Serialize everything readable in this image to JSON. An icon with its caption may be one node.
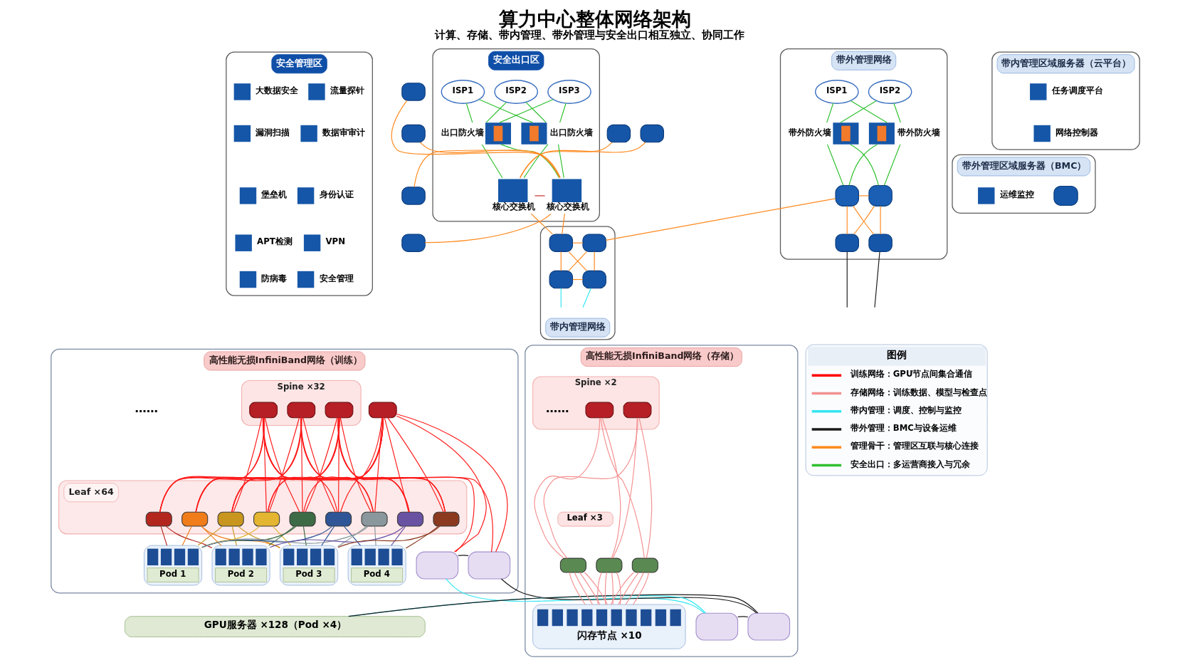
{
  "diagram": {
    "title": "算力中心整体网络架构",
    "caption": "计算、存储、带内管理、带外管理与安全出口相互独立、协同工作",
    "nodes": [
      {
        "text": [
          "安全管理区"
        ]
      },
      {
        "text": [
          "大数据安全"
        ],
        "in": 0
      },
      {
        "text": [
          "流量探针"
        ],
        "in": 0
      },
      {
        "text": [
          "漏洞扫描"
        ],
        "in": 0
      },
      {
        "text": [
          "数据审审计"
        ],
        "in": 0
      },
      {
        "text": [
          "堡垒机"
        ],
        "in": 0
      },
      {
        "text": [
          "身份认证"
        ],
        "in": 0
      },
      {
        "text": [
          "APT检测"
        ],
        "in": 0
      },
      {
        "text": [
          "VPN"
        ],
        "in": 0
      },
      {
        "text": [
          "防病毒"
        ],
        "in": 0
      },
      {
        "text": [
          "安全管理"
        ],
        "in": 0
      },
      {
        "text": [],
        "shape": "box"
      },
      {
        "text": [],
        "shape": "box"
      },
      {
        "text": [
          "安全出口区"
        ]
      },
      {
        "text": [
          "ISP1"
        ],
        "in": 13
      },
      {
        "text": [
          "ISP2"
        ],
        "in": 13
      },
      {
        "text": [
          "ISP3"
        ],
        "in": 13
      },
      {
        "text": [
          "出口防火墙"
        ],
        "in": 13
      },
      {
        "text": [
          "出口防火墙"
        ],
        "in": 13
      },
      {
        "text": [
          "核心交换机"
        ],
        "in": 13
      },
      {
        "text": [
          "核心交换机"
        ],
        "in": 13
      },
      {
        "text": [
          "带内管理区域服务器（云平台）"
        ]
      },
      {
        "text": [
          "任务调度平台"
        ],
        "in": 21
      },
      {
        "text": [
          "网络控制器"
        ],
        "in": 21
      },
      {
        "text": [],
        "shape": "box"
      },
      {
        "text": [],
        "shape": "box"
      },
      {
        "text": [
          "带外管理区域服务器（BMC）"
        ]
      },
      {
        "text": [],
        "shape": "box",
        "in": 26
      },
      {
        "text": [
          "运维监控"
        ],
        "in": 26
      },
      {
        "text": [],
        "shape": "box"
      },
      {
        "text": [],
        "shape": "box"
      },
      {
        "text": [
          "带内管理网络"
        ]
      },
      {
        "text": [],
        "shape": "box",
        "in": 31
      },
      {
        "text": [],
        "shape": "box",
        "in": 31
      },
      {
        "text": [],
        "shape": "box",
        "in": 31
      },
      {
        "text": [],
        "shape": "box",
        "in": 31
      },
      {
        "text": [
          "带外管理网络"
        ]
      },
      {
        "text": [
          "ISP1"
        ],
        "in": 36
      },
      {
        "text": [
          "ISP2"
        ],
        "in": 36
      },
      {
        "text": [
          "带外防火墙"
        ],
        "in": 36
      },
      {
        "text": [
          "带外防火墙"
        ],
        "in": 36
      },
      {
        "text": [],
        "shape": "box",
        "in": 36
      },
      {
        "text": [],
        "shape": "box",
        "in": 36
      },
      {
        "text": [],
        "shape": "box",
        "in": 36
      },
      {
        "text": [],
        "shape": "box",
        "in": 36
      },
      {
        "text": [
          "高性能无损InfiniBand网络（训练）"
        ]
      },
      {
        "text": [
          "Spine ×32"
        ],
        "in": 45
      },
      {
        "text": [],
        "shape": "box",
        "in": 46
      },
      {
        "text": [],
        "shape": "box",
        "in": 46
      },
      {
        "text": [],
        "shape": "box",
        "in": 46
      },
      {
        "text": [],
        "shape": "box",
        "in": 45
      },
      {
        "text": [
          "Leaf ×64"
        ],
        "in": 45
      },
      {
        "text": [],
        "shape": "box",
        "in": 51
      },
      {
        "text": [],
        "shape": "box",
        "in": 51
      },
      {
        "text": [],
        "shape": "box",
        "in": 51
      },
      {
        "text": [],
        "shape": "box",
        "in": 51
      },
      {
        "text": [],
        "shape": "box",
        "in": 51
      },
      {
        "text": [],
        "shape": "box",
        "in": 51
      },
      {
        "text": [],
        "shape": "box",
        "in": 51
      },
      {
        "text": [],
        "shape": "box",
        "in": 51
      },
      {
        "text": [],
        "shape": "box",
        "in": 51
      },
      {
        "text": [
          "Pod 1"
        ],
        "in": 45
      },
      {
        "text": [
          "Pod 2"
        ],
        "in": 45
      },
      {
        "text": [
          "Pod 3"
        ],
        "in": 45
      },
      {
        "text": [
          "Pod 4"
        ],
        "in": 45
      },
      {
        "text": [],
        "shape": "box",
        "in": 45
      },
      {
        "text": [],
        "shape": "box",
        "in": 45
      },
      {
        "text": [
          "GPU服务器 ×128（Pod ×4）"
        ]
      },
      {
        "text": [
          "高性能无损InfiniBand网络（存储）"
        ]
      },
      {
        "text": [
          "Spine ×2"
        ],
        "in": 68
      },
      {
        "text": [],
        "shape": "box",
        "in": 69
      },
      {
        "text": [],
        "shape": "box",
        "in": 69
      },
      {
        "text": [
          "Leaf ×3"
        ],
        "in": 68
      },
      {
        "text": [],
        "shape": "box",
        "in": 68
      },
      {
        "text": [],
        "shape": "box",
        "in": 68
      },
      {
        "text": [],
        "shape": "box",
        "in": 68
      },
      {
        "text": [
          "闪存节点 ×10"
        ],
        "in": 68
      },
      {
        "text": [],
        "shape": "box",
        "in": 68
      },
      {
        "text": [],
        "shape": "box",
        "in": 68
      }
    ],
    "edges": [
      {
        "from": 11,
        "to": 19,
        "arrow": "none",
        "color": "#ff8a1f"
      },
      {
        "from": 12,
        "to": 19,
        "arrow": "none",
        "color": "#ff8a1f"
      },
      {
        "from": 14,
        "to": 17,
        "arrow": "none",
        "color": "#2fc02f"
      },
      {
        "from": 14,
        "to": 18,
        "arrow": "none",
        "color": "#2fc02f"
      },
      {
        "from": 15,
        "to": 17,
        "arrow": "none",
        "color": "#2fc02f"
      },
      {
        "from": 15,
        "to": 18,
        "arrow": "none",
        "color": "#2fc02f"
      },
      {
        "from": 16,
        "to": 17,
        "arrow": "none",
        "color": "#2fc02f"
      },
      {
        "from": 16,
        "to": 18,
        "arrow": "none",
        "color": "#2fc02f"
      },
      {
        "from": 17,
        "to": 19,
        "arrow": "none",
        "color": "#2fc02f"
      },
      {
        "from": 17,
        "to": 20,
        "arrow": "none",
        "color": "#2fc02f"
      },
      {
        "from": 18,
        "to": 19,
        "arrow": "none",
        "color": "#2fc02f"
      },
      {
        "from": 18,
        "to": 20,
        "arrow": "none",
        "color": "#2fc02f"
      },
      {
        "from": 19,
        "to": 20,
        "arrow": "none",
        "color": "#c62828"
      },
      {
        "from": 20,
        "to": 24,
        "arrow": "none",
        "color": "#ff8a1f"
      },
      {
        "from": 20,
        "to": 25,
        "arrow": "none",
        "color": "#ff8a1f"
      },
      {
        "from": 20,
        "to": 29,
        "arrow": "none",
        "color": "#ff8a1f"
      },
      {
        "from": 20,
        "to": 30,
        "arrow": "none",
        "color": "#ff8a1f"
      },
      {
        "from": 19,
        "to": 32,
        "arrow": "none",
        "color": "#ff8a1f"
      },
      {
        "from": 20,
        "to": 32,
        "arrow": "none",
        "color": "#ff8a1f"
      },
      {
        "from": 32,
        "to": 33,
        "arrow": "none",
        "color": "#ff8a1f"
      },
      {
        "from": 32,
        "to": 34,
        "arrow": "none",
        "color": "#ff8a1f"
      },
      {
        "from": 33,
        "to": 35,
        "arrow": "none",
        "color": "#ff8a1f"
      },
      {
        "from": 34,
        "to": 35,
        "arrow": "none",
        "color": "#ff8a1f"
      },
      {
        "from": 32,
        "to": 35,
        "arrow": "none",
        "color": "#ff8a1f"
      },
      {
        "from": 33,
        "to": 34,
        "arrow": "none",
        "color": "#ff8a1f"
      },
      {
        "from": 33,
        "to": 41,
        "arrow": "none",
        "color": "#ff8a1f"
      },
      {
        "from": 37,
        "to": 39,
        "arrow": "none",
        "color": "#2fc02f"
      },
      {
        "from": 37,
        "to": 40,
        "arrow": "none",
        "color": "#2fc02f"
      },
      {
        "from": 38,
        "to": 39,
        "arrow": "none",
        "color": "#2fc02f"
      },
      {
        "from": 38,
        "to": 40,
        "arrow": "none",
        "color": "#2fc02f"
      },
      {
        "from": 39,
        "to": 41,
        "arrow": "none",
        "color": "#2fc02f"
      },
      {
        "from": 39,
        "to": 42,
        "arrow": "none",
        "color": "#2fc02f"
      },
      {
        "from": 40,
        "to": 41,
        "arrow": "none",
        "color": "#2fc02f"
      },
      {
        "from": 40,
        "to": 42,
        "arrow": "none",
        "color": "#2fc02f"
      },
      {
        "from": 41,
        "to": 42,
        "arrow": "none",
        "color": "#ff8a1f"
      },
      {
        "from": 41,
        "to": 43,
        "arrow": "none",
        "color": "#ff8a1f"
      },
      {
        "from": 41,
        "to": 44,
        "arrow": "none",
        "color": "#ff8a1f"
      },
      {
        "from": 42,
        "to": 43,
        "arrow": "none",
        "color": "#ff8a1f"
      },
      {
        "from": 42,
        "to": 44,
        "arrow": "none",
        "color": "#ff8a1f"
      },
      {
        "from": 34,
        "to": null,
        "arrow": "none",
        "color": "#33e6f2"
      },
      {
        "from": 35,
        "to": null,
        "arrow": "none",
        "color": "#33e6f2"
      },
      {
        "from": 43,
        "to": null,
        "arrow": "none",
        "color": "#1a1a1a"
      },
      {
        "from": 44,
        "to": null,
        "arrow": "none",
        "color": "#1a1a1a"
      },
      {
        "from": 47,
        "to": 52,
        "arrow": "none"
      },
      {
        "from": 47,
        "to": 53,
        "arrow": "none"
      },
      {
        "from": 47,
        "to": 54,
        "arrow": "none"
      },
      {
        "from": 47,
        "to": 55,
        "arrow": "none"
      },
      {
        "from": 47,
        "to": 56,
        "arrow": "none"
      },
      {
        "from": 47,
        "to": 57,
        "arrow": "none"
      },
      {
        "from": 47,
        "to": 58,
        "arrow": "none"
      },
      {
        "from": 47,
        "to": 59,
        "arrow": "none"
      },
      {
        "from": 47,
        "to": 60,
        "arrow": "none"
      },
      {
        "from": 48,
        "to": 52,
        "arrow": "none"
      },
      {
        "from": 48,
        "to": 53,
        "arrow": "none"
      },
      {
        "from": 48,
        "to": 54,
        "arrow": "none"
      },
      {
        "from": 48,
        "to": 55,
        "arrow": "none"
      },
      {
        "from": 48,
        "to": 56,
        "arrow": "none"
      },
      {
        "from": 48,
        "to": 57,
        "arrow": "none"
      },
      {
        "from": 48,
        "to": 58,
        "arrow": "none"
      },
      {
        "from": 48,
        "to": 59,
        "arrow": "none"
      },
      {
        "from": 48,
        "to": 60,
        "arrow": "none"
      },
      {
        "from": 49,
        "to": 52,
        "arrow": "none"
      },
      {
        "from": 49,
        "to": 53,
        "arrow": "none"
      },
      {
        "from": 49,
        "to": 54,
        "arrow": "none"
      },
      {
        "from": 49,
        "to": 55,
        "arrow": "none"
      },
      {
        "from": 49,
        "to": 56,
        "arrow": "none"
      },
      {
        "from": 49,
        "to": 57,
        "arrow": "none"
      },
      {
        "from": 49,
        "to": 58,
        "arrow": "none"
      },
      {
        "from": 49,
        "to": 59,
        "arrow": "none"
      },
      {
        "from": 49,
        "to": 60,
        "arrow": "none"
      },
      {
        "from": 50,
        "to": 52,
        "arrow": "none"
      },
      {
        "from": 50,
        "to": 53,
        "arrow": "none"
      },
      {
        "from": 50,
        "to": 54,
        "arrow": "none"
      },
      {
        "from": 50,
        "to": 55,
        "arrow": "none"
      },
      {
        "from": 50,
        "to": 56,
        "arrow": "none"
      },
      {
        "from": 50,
        "to": 57,
        "arrow": "none"
      },
      {
        "from": 50,
        "to": 58,
        "arrow": "none"
      },
      {
        "from": 50,
        "to": 59,
        "arrow": "none"
      },
      {
        "from": 50,
        "to": 60,
        "arrow": "none"
      },
      {
        "from": 49,
        "to": 65,
        "arrow": "none"
      },
      {
        "from": 49,
        "to": 66,
        "arrow": "none"
      },
      {
        "from": 50,
        "to": 65,
        "arrow": "none"
      },
      {
        "from": 50,
        "to": 66,
        "arrow": "none"
      },
      {
        "from": 52,
        "to": 61,
        "arrow": "none",
        "color": "#b3261e"
      },
      {
        "from": 52,
        "to": 62,
        "arrow": "none",
        "color": "#b3261e"
      },
      {
        "from": 53,
        "to": 61,
        "arrow": "none",
        "color": "#f07c1a"
      },
      {
        "from": 53,
        "to": 62,
        "arrow": "none",
        "color": "#f07c1a"
      },
      {
        "from": 53,
        "to": 63,
        "arrow": "none",
        "color": "#f07c1a"
      },
      {
        "from": 54,
        "to": 61,
        "arrow": "none",
        "color": "#c8961e"
      },
      {
        "from": 54,
        "to": 62,
        "arrow": "none",
        "color": "#c8961e"
      },
      {
        "from": 54,
        "to": 63,
        "arrow": "none",
        "color": "#c8961e"
      },
      {
        "from": 55,
        "to": 61,
        "arrow": "none",
        "color": "#e3b530"
      },
      {
        "from": 55,
        "to": 63,
        "arrow": "none",
        "color": "#e3b530"
      },
      {
        "from": 56,
        "to": 61,
        "arrow": "none",
        "color": "#3d6b45"
      },
      {
        "from": 56,
        "to": 62,
        "arrow": "none",
        "color": "#3d6b45"
      },
      {
        "from": 56,
        "to": 63,
        "arrow": "none",
        "color": "#3d6b45"
      },
      {
        "from": 57,
        "to": 61,
        "arrow": "none",
        "color": "#2f5597"
      },
      {
        "from": 57,
        "to": 63,
        "arrow": "none",
        "color": "#2f5597"
      },
      {
        "from": 57,
        "to": 64,
        "arrow": "none",
        "color": "#2f5597"
      },
      {
        "from": 58,
        "to": 61,
        "arrow": "none",
        "color": "#8a979c"
      },
      {
        "from": 58,
        "to": 63,
        "arrow": "none",
        "color": "#8a979c"
      },
      {
        "from": 58,
        "to": 64,
        "arrow": "none",
        "color": "#8a979c"
      },
      {
        "from": 59,
        "to": 62,
        "arrow": "none",
        "color": "#6a52a3"
      },
      {
        "from": 59,
        "to": 64,
        "arrow": "none",
        "color": "#6a52a3"
      },
      {
        "from": 60,
        "to": 63,
        "arrow": "none",
        "color": "#8b3a1f"
      },
      {
        "from": 60,
        "to": 64,
        "arrow": "none",
        "color": "#8b3a1f"
      },
      {
        "from": 70,
        "to": 73,
        "arrow": "none",
        "color": "#f49090"
      },
      {
        "from": 70,
        "to": 74,
        "arrow": "none",
        "color": "#f49090"
      },
      {
        "from": 70,
        "to": 75,
        "arrow": "none",
        "color": "#f49090"
      },
      {
        "from": 71,
        "to": 73,
        "arrow": "none",
        "color": "#f49090"
      },
      {
        "from": 71,
        "to": 74,
        "arrow": "none",
        "color": "#f49090"
      },
      {
        "from": 71,
        "to": 75,
        "arrow": "none",
        "color": "#f49090"
      },
      {
        "from": 73,
        "to": 76,
        "arrow": "none",
        "color": "#f49090"
      },
      {
        "from": 73,
        "to": 76,
        "arrow": "none",
        "color": "#f49090"
      },
      {
        "from": 73,
        "to": 76,
        "arrow": "none",
        "color": "#f49090"
      },
      {
        "from": 73,
        "to": 76,
        "arrow": "none",
        "color": "#f49090"
      },
      {
        "from": 74,
        "to": 76,
        "arrow": "none",
        "color": "#f49090"
      },
      {
        "from": 74,
        "to": 76,
        "arrow": "none",
        "color": "#f49090"
      },
      {
        "from": 74,
        "to": 76,
        "arrow": "none",
        "color": "#f49090"
      },
      {
        "from": 74,
        "to": 76,
        "arrow": "none",
        "color": "#f49090"
      },
      {
        "from": 75,
        "to": 76,
        "arrow": "none",
        "color": "#f49090"
      },
      {
        "from": 75,
        "to": 76,
        "arrow": "none",
        "color": "#f49090"
      },
      {
        "from": 75,
        "to": 76,
        "arrow": "none",
        "color": "#f49090"
      },
      {
        "from": 75,
        "to": 76,
        "arrow": "none",
        "color": "#f49090"
      },
      {
        "from": 67,
        "to": 77,
        "arrow": "none",
        "color": "#33e6f2"
      },
      {
        "from": 65,
        "to": 77,
        "arrow": "none",
        "color": "#33e6f2"
      },
      {
        "from": 65,
        "to": 66,
        "arrow": "none",
        "color": "#1a1a1a"
      },
      {
        "from": 66,
        "to": 78,
        "arrow": "none",
        "color": "#1a1a1a"
      },
      {
        "from": 67,
        "to": 78,
        "arrow": "none",
        "color": "#1a1a1a"
      },
      {
        "from": 77,
        "to": 78,
        "arrow": "none",
        "color": "#1a1a1a"
      }
    ],
    "labels": [
      "……",
      "……",
      "图例"
    ],
    "legend": [
      {
        "text": "训练网络：GPU节点间集合通信",
        "color": "#ff0000"
      },
      {
        "text": "存储网络：训练数据、模型与检查点",
        "color": "#f49090"
      },
      {
        "text": "带内管理：调度、控制与监控",
        "color": "#33e6f2"
      },
      {
        "text": "带外管理：BMC与设备运维",
        "color": "#1a1a1a"
      },
      {
        "text": "管理骨干：管理区互联与核心连接",
        "color": "#ff8a1f"
      },
      {
        "text": "安全出口：多运营商接入与冗余",
        "color": "#2fc02f"
      }
    ]
  }
}
